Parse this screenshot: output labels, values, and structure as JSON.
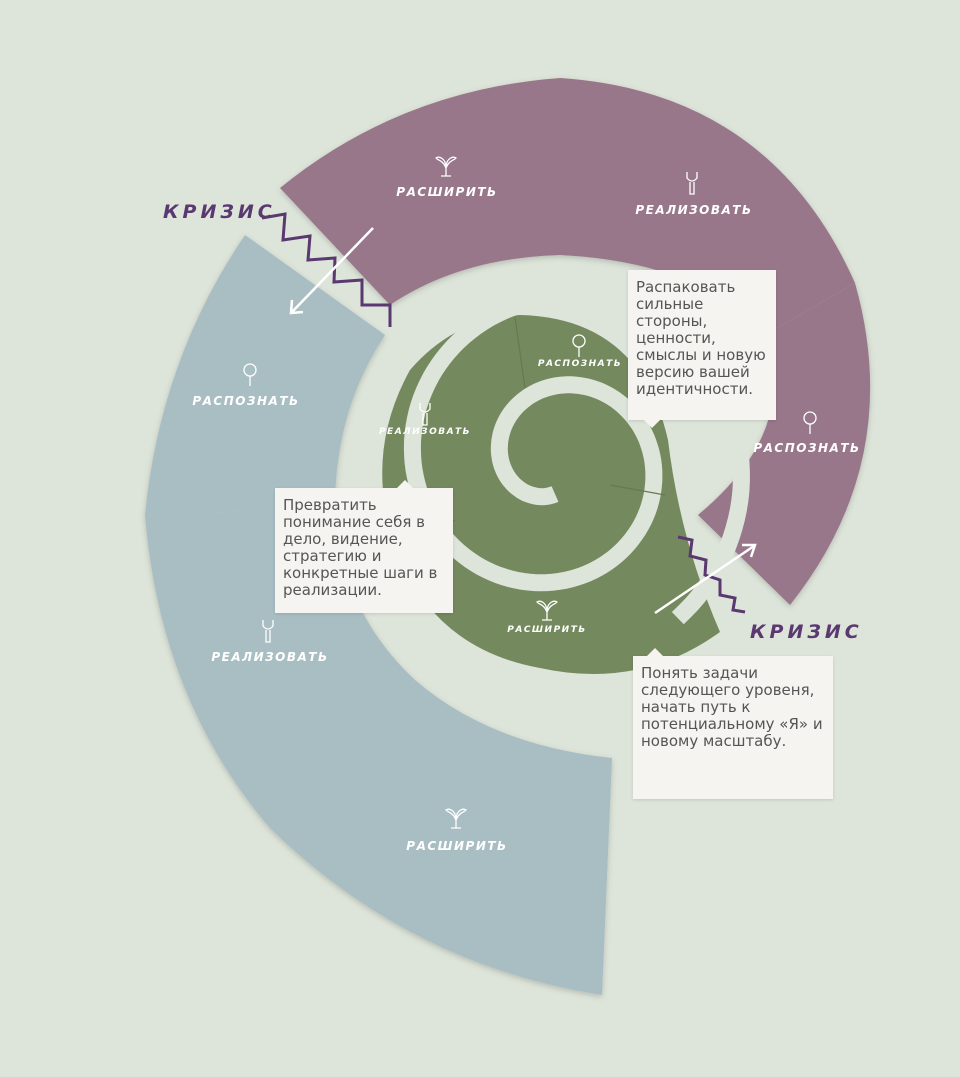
{
  "colors": {
    "background": "#dde4d9",
    "outer": "#98778a",
    "middle": "#a8bec3",
    "inner": "#748a5e",
    "crisis": "#5a3870",
    "box": "#f5f4f0"
  },
  "outer_ring": {
    "segments": [
      {
        "label": "РАСШИРИТЬ",
        "icon": "sprout-icon"
      },
      {
        "label": "РЕАЛИЗОВАТЬ",
        "icon": "wrench-icon"
      },
      {
        "label": "РАСПОЗНАТЬ",
        "icon": "magnifier-icon"
      }
    ]
  },
  "middle_ring": {
    "segments": [
      {
        "label": "РАСПОЗНАТЬ",
        "icon": "magnifier-icon"
      },
      {
        "label": "РЕАЛИЗОВАТЬ",
        "icon": "wrench-icon"
      },
      {
        "label": "РАСШИРИТЬ",
        "icon": "sprout-icon"
      }
    ]
  },
  "inner_ring": {
    "segments": [
      {
        "label": "РАСПОЗНАТЬ",
        "icon": "magnifier-icon"
      },
      {
        "label": "РЕАЛИЗОВАТЬ",
        "icon": "wrench-icon"
      },
      {
        "label": "РАСШИРИТЬ",
        "icon": "sprout-icon"
      }
    ]
  },
  "crisis": [
    {
      "label": "КРИЗИС"
    },
    {
      "label": "КРИЗИС"
    }
  ],
  "callouts": [
    {
      "text": "Распаковать сильные стороны, ценности, смыслы и новую версию вашей идентичности."
    },
    {
      "text": "Превратить понимание себя в дело, видение, стратегию и конкретные шаги в реализации."
    },
    {
      "text": "Понять задачи следующего уровеня, начать путь к потенциальному «Я» и новому масштабу."
    }
  ]
}
